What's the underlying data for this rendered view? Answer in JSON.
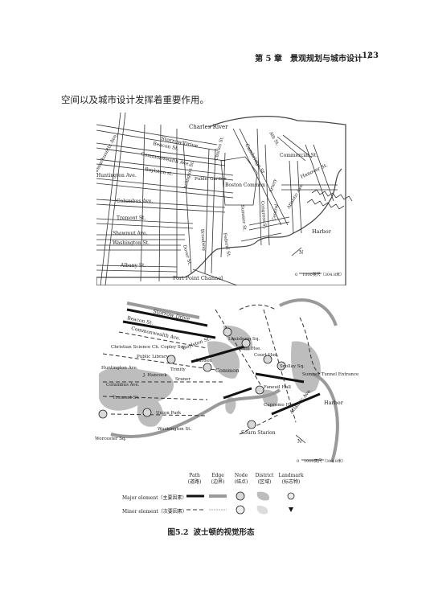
{
  "header": {
    "chapter_title": "第 5 章　景观规划与城市设计",
    "separator": "/",
    "page_number": "123"
  },
  "body_text": "空间以及城市设计发挥着重要作用。",
  "map1": {
    "labels": {
      "charles_river": "Charles River",
      "storrow_drive": "Storrow Drive",
      "beacon": "Beacon St.",
      "commonwealth": "Commonwealth Ave.",
      "boylston": "Boylston st.",
      "massachusetts": "Massachusetts Ave.",
      "huntington": "Huntington Ave.",
      "columbus": "Columbus Ave.",
      "tremont": "Tremont St.",
      "shawmut": "Shawmut Ave.",
      "washington": "Washington St.",
      "albany": "Albany St.",
      "arlington": "Arlington St.",
      "charles_st": "Charles St.",
      "public_garden": "Public Garden",
      "boston_common": "Boston Common",
      "cambridge": "Cambridge St.",
      "commercial": "Commercial St.",
      "hanover": "Hanover St.",
      "summer": "Summer St.",
      "congress": "Congress St.",
      "central": "Central",
      "atlantic": "Atlantic Ave.",
      "harbor": "Harbor",
      "artery": "Artery",
      "federal": "Federal St.",
      "broadway": "Broadway",
      "dover": "Dover St.",
      "fort_point": "Fort Point Channel",
      "ath": "Ath St."
    },
    "scale": {
      "zero": "0",
      "value": "1000英尺（304.8米）"
    },
    "north": "N"
  },
  "map2": {
    "labels": {
      "storrow_drive": "Storrow Drive",
      "beacon": "Beacon St.",
      "commonwealth": "Commonwealth Ave.",
      "christian_science": "Christian Science Ch.",
      "public_library": "Public Library",
      "copley": "Copley Sq.",
      "huntington": "Huntington Ave.",
      "trinity": "Trinity",
      "hancock": "J. Hancock",
      "columbus": "Columbus Ave.",
      "tremont": "Tremont St.",
      "union_park": "Union Park",
      "washington": "Washington St.",
      "worcester": "Worcester Sq.",
      "garden": "Garden",
      "common": "Common",
      "boylston": "Boylston St.",
      "sraner": "Sraner",
      "louisburg": "Louisburg Sq.",
      "state_house": "State Hse.",
      "court_hse": "Court Hse.",
      "scollay": "Scollay Sq.",
      "faneuil": "Faneuil Hall",
      "sumner": "Sumner Tunnel Entrance",
      "cupromo": "Cupromo Hse.",
      "atlantic": "Atlantic Ave.",
      "harbor": "Harbor",
      "sourn_station": "Sourn Starion"
    },
    "scale": {
      "zero": "0",
      "value": "1000英尺（304.8米）"
    },
    "north": "N"
  },
  "legend": {
    "columns": [
      {
        "en": "Path",
        "zh": "(道路)"
      },
      {
        "en": "Edge",
        "zh": "(边界)"
      },
      {
        "en": "Node",
        "zh": "(结点)"
      },
      {
        "en": "District",
        "zh": "(区域)"
      },
      {
        "en": "Landmark",
        "zh": "(标志物)"
      }
    ],
    "rows": [
      {
        "label": "Major element（主要因素）"
      },
      {
        "label": "Minor element（次要因素）"
      }
    ]
  },
  "caption": {
    "number": "图5.2",
    "title": "波士顿的视觉形态"
  }
}
